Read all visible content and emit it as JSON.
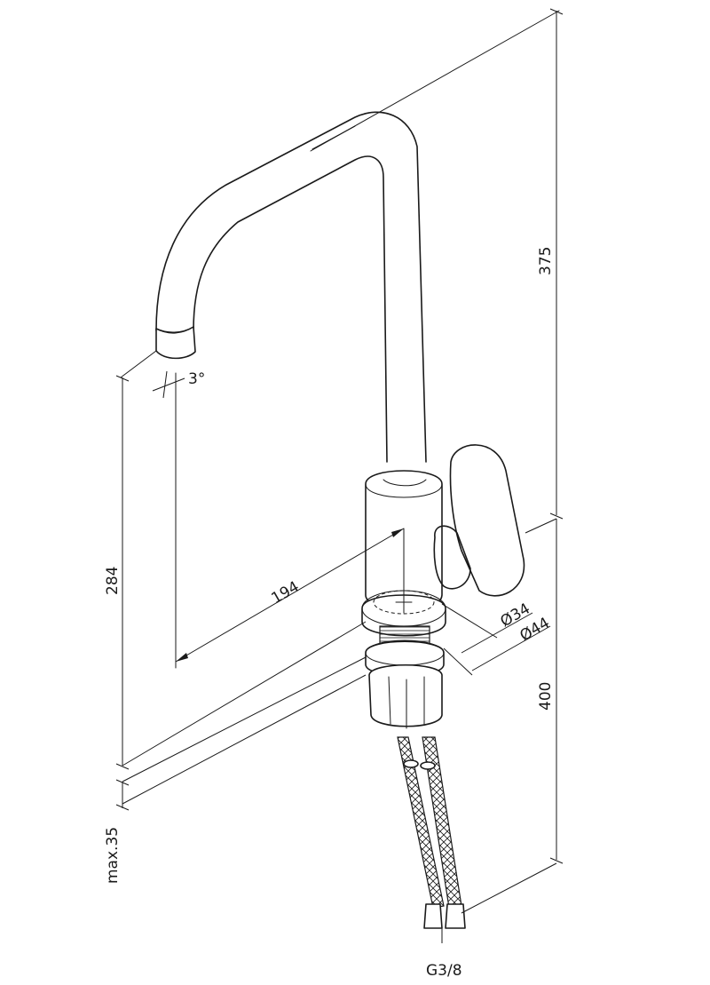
{
  "dimensions": {
    "total_height": "375",
    "spout_height": "284",
    "spout_reach": "194",
    "spout_angle": "3°",
    "hose_length": "400",
    "max_deck_thickness": "max.35",
    "diameter_inner": "Ø34",
    "diameter_outer": "Ø44",
    "hose_thread": "G3/8"
  }
}
